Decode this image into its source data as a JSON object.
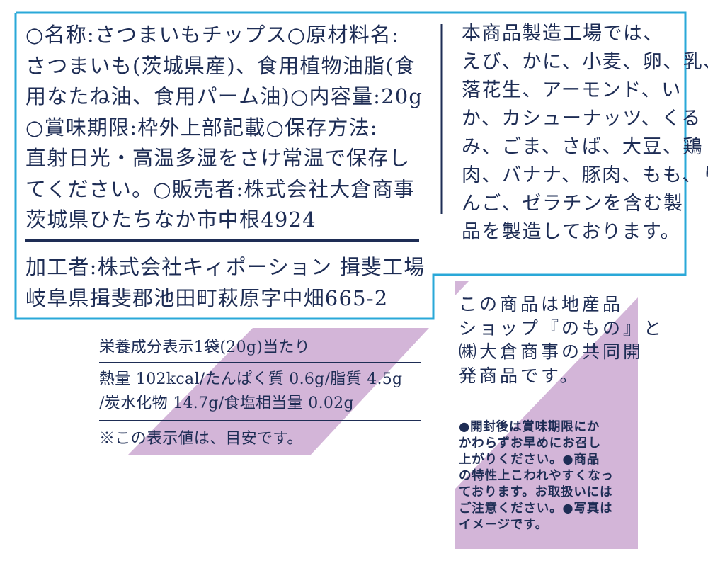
{
  "colors": {
    "frame": "#2aa8d8",
    "text": "#1e2d55",
    "accent_purple": "#d3b5d8"
  },
  "main_label": {
    "lines": [
      "○名称:さつまいもチップス○原材料名:",
      "さつまいも(茨城県産)、食用植物油脂(食",
      "用なたね油、食用パーム油)○内容量:20g",
      "○賞味期限:枠外上部記載○保存方法:",
      "直射日光・高温多湿をさけ常温で保存し",
      "てください。○販売者:株式会社大倉商事",
      "茨城県ひたちなか市中根4924"
    ],
    "processor_lines": [
      "加工者:株式会社キィポーション 揖斐工場",
      "岐阜県揖斐郡池田町萩原字中畑665-2"
    ]
  },
  "allergen_notice": {
    "lines": [
      "本商品製造工場では、",
      "えび、かに、小麦、卵、乳、",
      "落花生、アーモンド、い",
      "か、カシューナッツ、くる",
      "み、ごま、さば、大豆、鶏",
      "肉、バナナ、豚肉、もも、り",
      "んご、ゼラチンを含む製",
      "品を製造しております。"
    ]
  },
  "nutrition": {
    "title": "栄養成分表示1袋(20g)当たり",
    "lines": [
      "熱量 102kcal/たんぱく質 0.6g/脂質 4.5g",
      "/炭水化物 14.7g/食塩相当量 0.02g"
    ],
    "footnote": "※この表示値は、目安です。"
  },
  "collaboration": {
    "lines": [
      "この商品は地産品",
      "ショップ『のもの』と",
      "㈱大倉商事の共同開",
      "発商品です。"
    ]
  },
  "cautions": {
    "lines": [
      "●開封後は賞味期限にか",
      "かわらずお早めにお召し",
      "上がりください。●商品",
      "の特性上こわれやすくなっ",
      "ております。お取扱いには",
      "ご注意ください。●写真は",
      "イメージです。"
    ]
  }
}
